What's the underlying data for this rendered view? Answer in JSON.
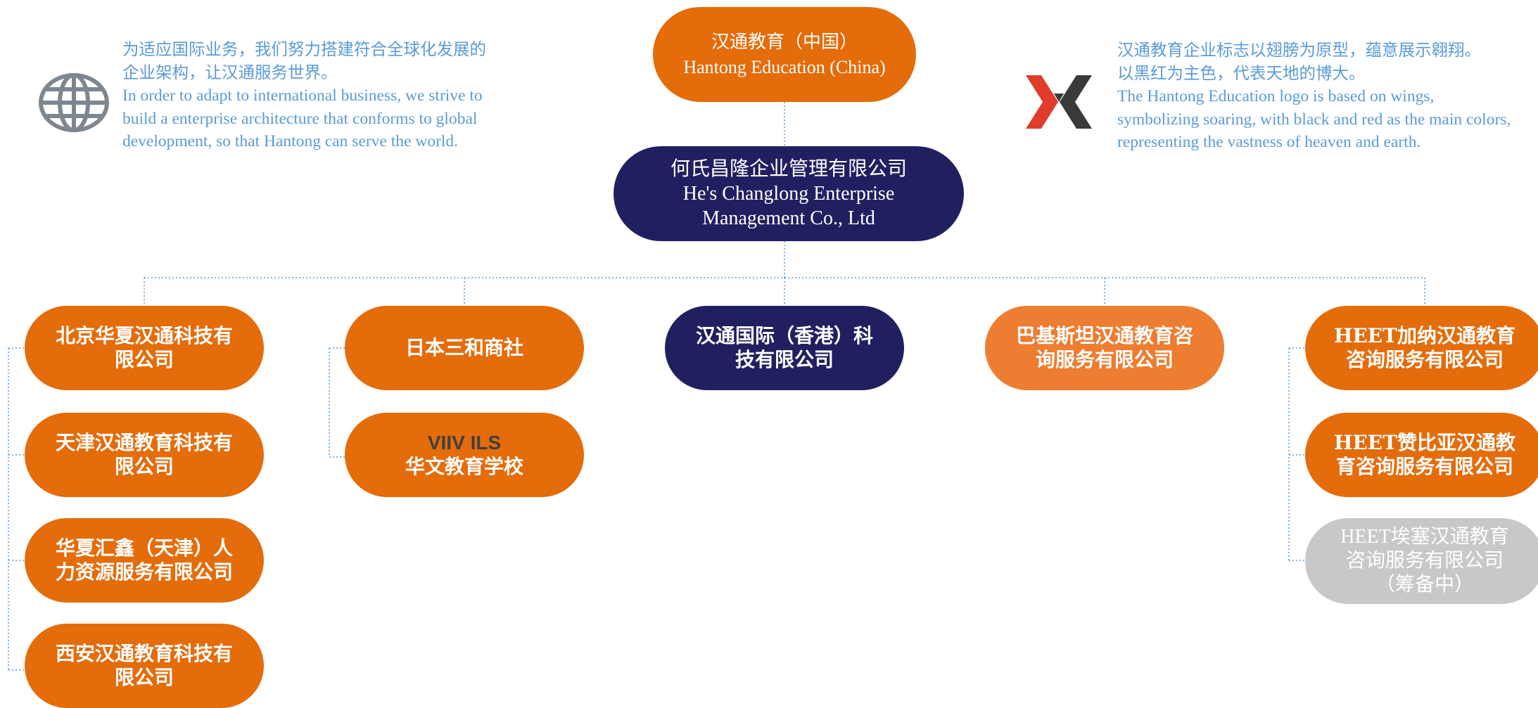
{
  "colors": {
    "orange": "#E46C0A",
    "light_orange": "#ED7D31",
    "navy": "#202060",
    "pending_gray": "#C8C8C8",
    "text_blue": "#5B9BD5",
    "connector": "#5B9BD5"
  },
  "notes": {
    "left": {
      "icon": "globe-icon",
      "lines": [
        "为适应国际业务，我们努力搭建符合全球化发展的",
        "企业架构，让汉通服务世界。",
        "In order to adapt to international business, we strive to",
        "build a enterprise architecture that conforms to global",
        "development, so that Hantong can serve the world."
      ]
    },
    "right": {
      "icon": "hantong-logo-icon",
      "lines": [
        "汉通教育企业标志以翅膀为原型，蕴意展示翱翔。",
        "以黑红为主色，代表天地的博大。",
        "The Hantong Education logo is based on wings,",
        "symbolizing soaring, with black and red as the main colors,",
        "representing the vastness of heaven and earth."
      ]
    }
  },
  "root": {
    "name_cn": "汉通教育（中国）",
    "name_en": "Hantong Education (China)"
  },
  "holding": {
    "name_cn": "何氏昌隆企业管理有限公司",
    "name_en_line1": "He's Changlong Enterprise",
    "name_en_line2": "Management Co., Ltd"
  },
  "columns": [
    {
      "head": {
        "lines": [
          "北京华夏汉通科技有",
          "限公司"
        ]
      },
      "children": [
        {
          "lines": [
            "天津汉通教育科技有",
            "限公司"
          ]
        },
        {
          "lines": [
            "华夏汇鑫（天津）人",
            "力资源服务有限公司"
          ]
        },
        {
          "lines": [
            "西安汉通教育科技有",
            "限公司"
          ]
        }
      ]
    },
    {
      "head": {
        "lines": [
          "日本三和商社"
        ]
      },
      "children": [
        {
          "lines": [
            "VIIV ILS",
            "华文教育学校"
          ]
        }
      ]
    },
    {
      "head": {
        "lines": [
          "汉通国际（香港）科",
          "技有限公司"
        ]
      },
      "children": []
    },
    {
      "head": {
        "lines": [
          "巴基斯坦汉通教育咨",
          "询服务有限公司"
        ]
      },
      "children": []
    },
    {
      "head": {
        "lines": [
          "HEET加纳汉通教育",
          "咨询服务有限公司"
        ]
      },
      "children": [
        {
          "lines": [
            "HEET赞比亚汉通教",
            "育咨询服务有限公司"
          ]
        },
        {
          "lines": [
            "HEET埃塞汉通教育",
            "咨询服务有限公司",
            "（筹备中）"
          ]
        }
      ]
    }
  ]
}
